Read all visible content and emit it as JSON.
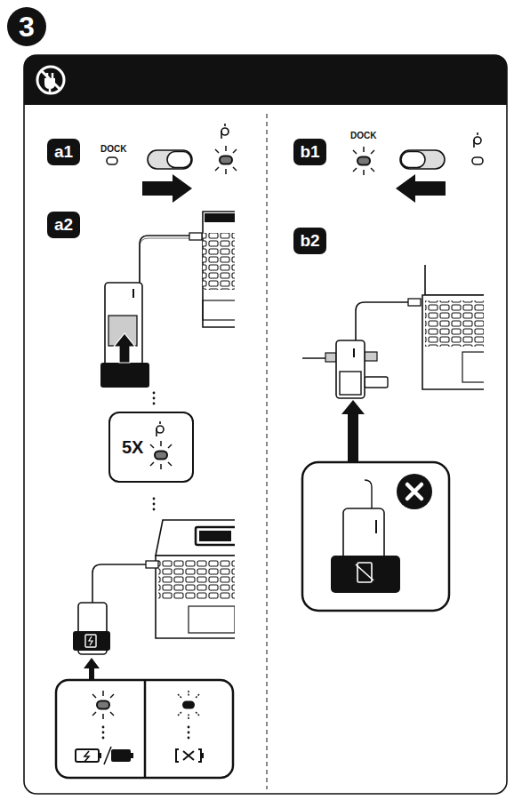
{
  "diagram": {
    "nodes": [
      {
        "text": [
          "3"
        ]
      },
      {
        "text": [
          "a1"
        ]
      },
      {
        "text": [
          "a2"
        ]
      },
      {
        "text": [
          "5X"
        ]
      },
      {
        "text": [
          "b1"
        ]
      },
      {
        "text": [
          "b2"
        ]
      }
    ],
    "labels": [
      "DOCK",
      "DOCK"
    ]
  }
}
